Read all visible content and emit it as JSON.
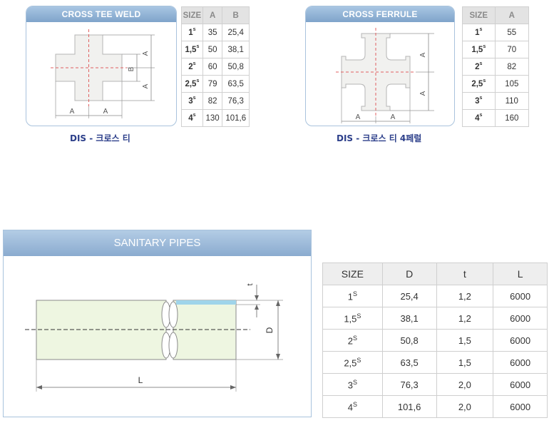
{
  "cross_tee": {
    "title": "CROSS TEE WELD",
    "caption": "DIS - 크로스 티",
    "dims": {
      "a": "A",
      "b": "B"
    },
    "headers": [
      "SIZE",
      "A",
      "B"
    ],
    "rows": [
      {
        "size": "1",
        "sup": "s",
        "a": "35",
        "b": "25,4"
      },
      {
        "size": "1,5",
        "sup": "s",
        "a": "50",
        "b": "38,1"
      },
      {
        "size": "2",
        "sup": "s",
        "a": "60",
        "b": "50,8"
      },
      {
        "size": "2,5",
        "sup": "s",
        "a": "79",
        "b": "63,5"
      },
      {
        "size": "3",
        "sup": "s",
        "a": "82",
        "b": "76,3"
      },
      {
        "size": "4",
        "sup": "s",
        "a": "130",
        "b": "101,6"
      }
    ]
  },
  "cross_ferrule": {
    "title": "CROSS FERRULE",
    "caption": "DIS - 크로스 티 4페럴",
    "dims": {
      "a": "A"
    },
    "headers": [
      "SIZE",
      "A"
    ],
    "rows": [
      {
        "size": "1",
        "sup": "s",
        "a": "55"
      },
      {
        "size": "1,5",
        "sup": "s",
        "a": "70"
      },
      {
        "size": "2",
        "sup": "s",
        "a": "82"
      },
      {
        "size": "2,5",
        "sup": "s",
        "a": "105"
      },
      {
        "size": "3",
        "sup": "s",
        "a": "110"
      },
      {
        "size": "4",
        "sup": "s",
        "a": "160"
      }
    ]
  },
  "pipes": {
    "title": "SANITARY PIPES",
    "dims": {
      "t": "t",
      "d": "D",
      "l": "L"
    },
    "headers": [
      "SIZE",
      "D",
      "t",
      "L"
    ],
    "rows": [
      {
        "size": "1",
        "sup": "S",
        "d": "25,4",
        "t": "1,2",
        "l": "6000"
      },
      {
        "size": "1,5",
        "sup": "S",
        "d": "38,1",
        "t": "1,2",
        "l": "6000"
      },
      {
        "size": "2",
        "sup": "S",
        "d": "50,8",
        "t": "1,5",
        "l": "6000"
      },
      {
        "size": "2,5",
        "sup": "S",
        "d": "63,5",
        "t": "1,5",
        "l": "6000"
      },
      {
        "size": "3",
        "sup": "S",
        "d": "76,3",
        "t": "2,0",
        "l": "6000"
      },
      {
        "size": "4",
        "sup": "S",
        "d": "101,6",
        "t": "2,0",
        "l": "6000"
      }
    ]
  },
  "colors": {
    "header_blue": "#8fb0d3",
    "border_blue": "#a9c3dd",
    "part_fill": "#f1f1ef",
    "pipe_fill": "#eef6e1",
    "pipe_inner": "#9fd4ea",
    "centerline_red": "#e06060",
    "caption_navy": "#2c3f8a"
  }
}
